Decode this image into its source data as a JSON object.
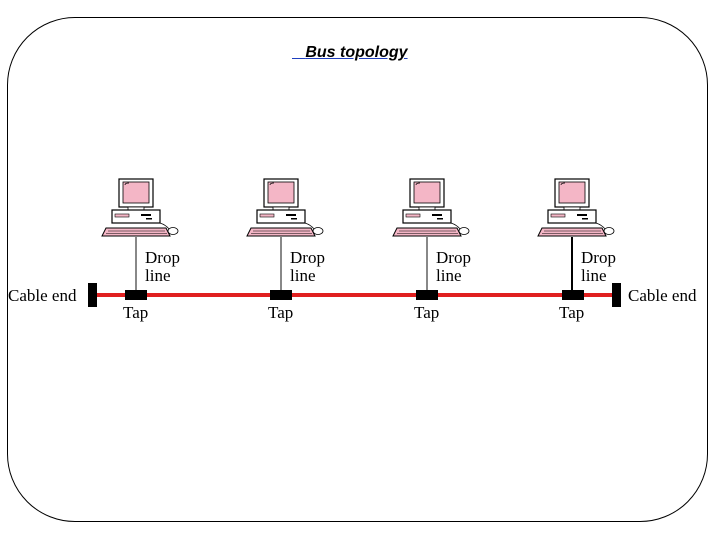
{
  "title": "Bus topology",
  "labels": {
    "cable_end_left": "Cable end",
    "cable_end_right": "Cable end",
    "drop_line_line1": "Drop",
    "drop_line_line2": "line",
    "tap": "Tap"
  },
  "stations": 4,
  "colors": {
    "bus": "#e02020",
    "monitor": "#f4b6c6",
    "title_underline": "#1f3fbf"
  }
}
